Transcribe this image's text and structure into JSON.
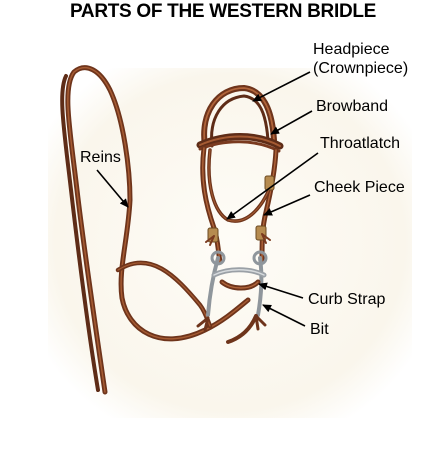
{
  "title": "PARTS OF THE WESTERN BRIDLE",
  "labels": {
    "headpiece_line1": "Headpiece",
    "headpiece_line2": "(Crownpiece)",
    "browband": "Browband",
    "throatlatch": "Throatlatch",
    "cheek_piece": "Cheek Piece",
    "reins": "Reins",
    "curb_strap": "Curb Strap",
    "bit": "Bit"
  },
  "colors": {
    "leather": "#7a3a1f",
    "leather_dark": "#5a2a16",
    "leather_light": "#a0552d",
    "metal": "#9aa0a6",
    "photo_background": "#fbf8f1",
    "arrow": "#000000",
    "text": "#000000"
  }
}
